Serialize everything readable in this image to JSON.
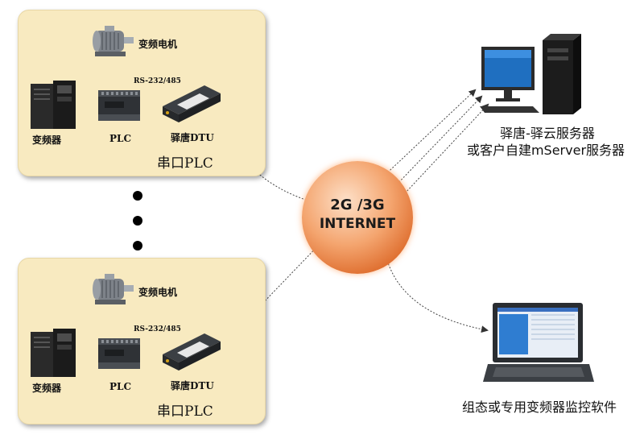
{
  "panels": [
    {
      "motor_label": "变频电机",
      "interface_label": "RS-232/485",
      "vfd_label": "变频器",
      "plc_label": "PLC",
      "dtu_label": "驿唐DTU",
      "panel_caption": "串口PLC"
    },
    {
      "motor_label": "变频电机",
      "interface_label": "RS-232/485",
      "vfd_label": "变频器",
      "plc_label": "PLC",
      "dtu_label": "驿唐DTU",
      "panel_caption": "串口PLC"
    }
  ],
  "globe": {
    "line1": "2G /3G",
    "line2": "INTERNET"
  },
  "server": {
    "line1": "驿唐-驿云服务器",
    "line2": "或客户自建mServer服务器"
  },
  "laptop": {
    "label": "组态或专用变频器监控软件"
  },
  "icons": [
    "motor-icon",
    "vfd-icon",
    "plc-icon",
    "dtu-icon",
    "server-computer-icon",
    "laptop-icon"
  ],
  "colors": {
    "panel_bg": "#f8eac0",
    "globe": "#ee8a4b",
    "screen": "#1f6fc0"
  }
}
